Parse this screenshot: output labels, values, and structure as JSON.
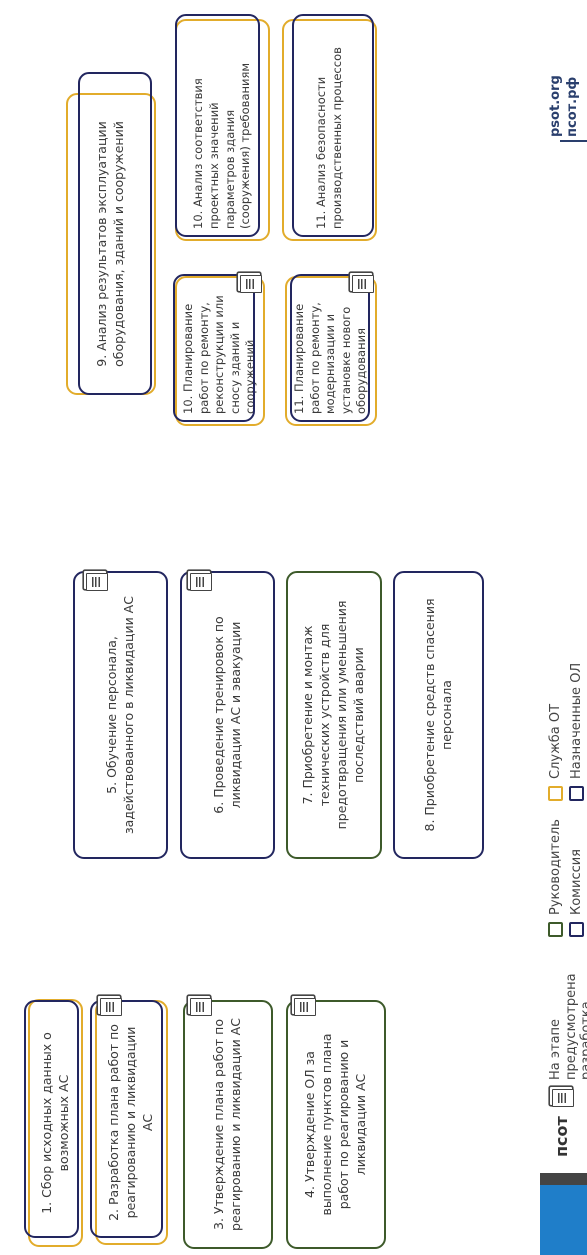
{
  "steps": {
    "s1": "1. Сбор исходных данных о возможных АС",
    "s2": "2. Разработка плана работ по реагированию и ликвидации АС",
    "s3": "3. Утверждение плана работ по реагированию и ликвидации АС",
    "s4": "4. Утверждение ОЛ за выполнение пунктов плана работ по реагированию и ликвидации АС",
    "s5": "5. Обучение персонала, задействованного в ликвидации АС",
    "s6": "6. Проведение тренировок по ликвидации АС и эвакуации",
    "s7": "7. Приобретение и монтаж технических устройств для предотвращения или уменьшения последствий аварии",
    "s8": "8. Приобретение средств спасения персонала",
    "s9": "9. Анализ результатов эксплуатации оборудования, зданий и сооружений",
    "s10a": "10. Планирование работ по ремонту, реконструкции или сносу зданий и сооружений",
    "s10b": "10. Анализ соответствия проектных значений параметров здания (сооружения) требованиям",
    "s11a": "11. Планирование работ по ремонту, модернизации и установке нового оборудования",
    "s11b": "11. Анализ безопасности производственных процессов"
  },
  "legend": {
    "logo": "псот",
    "doc_note": "На этапе предусмотрена разработка документа",
    "manager": "Руководитель",
    "commission": "Комиссия",
    "ot_service": "Служба ОТ",
    "appointed": "Назначенные ОЛ"
  },
  "footer": {
    "site1": "psot.org",
    "site2": "псот.рф"
  },
  "colors": {
    "ot_service": "#e2ac2b",
    "commission_and_appointed": "#22265f",
    "manager": "#3d5a2a",
    "brand_blue": "#1f7ec9"
  }
}
